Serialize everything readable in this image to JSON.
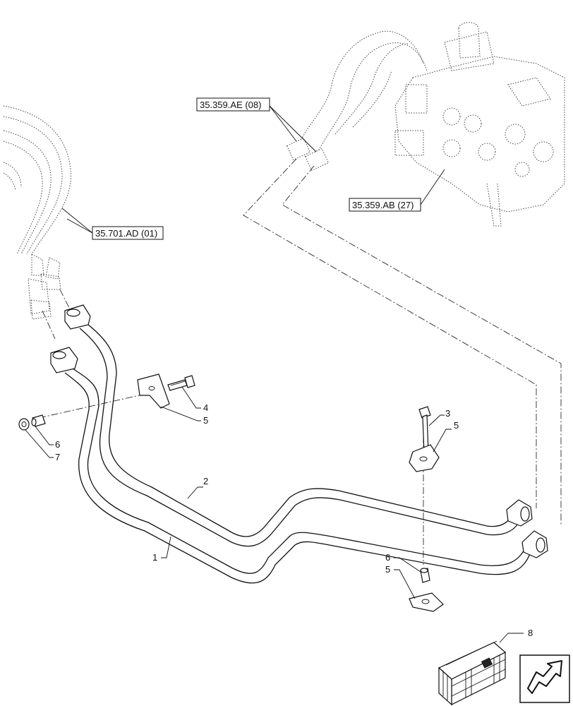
{
  "references": {
    "valve_hoses": "35.359.AE (08)",
    "valve_body": "35.359.AB (27)",
    "front_hoses": "35.701.AD (01)"
  },
  "callouts": {
    "c1": "1",
    "c2": "2",
    "c3": "3",
    "c4": "4",
    "c5a": "5",
    "c5b": "5",
    "c5c": "5",
    "c6a": "6",
    "c6b": "6",
    "c7": "7",
    "c8": "8"
  },
  "icons": {
    "kit_box": "kit-crate-icon",
    "navigation": "next-page-arrow-icon"
  }
}
